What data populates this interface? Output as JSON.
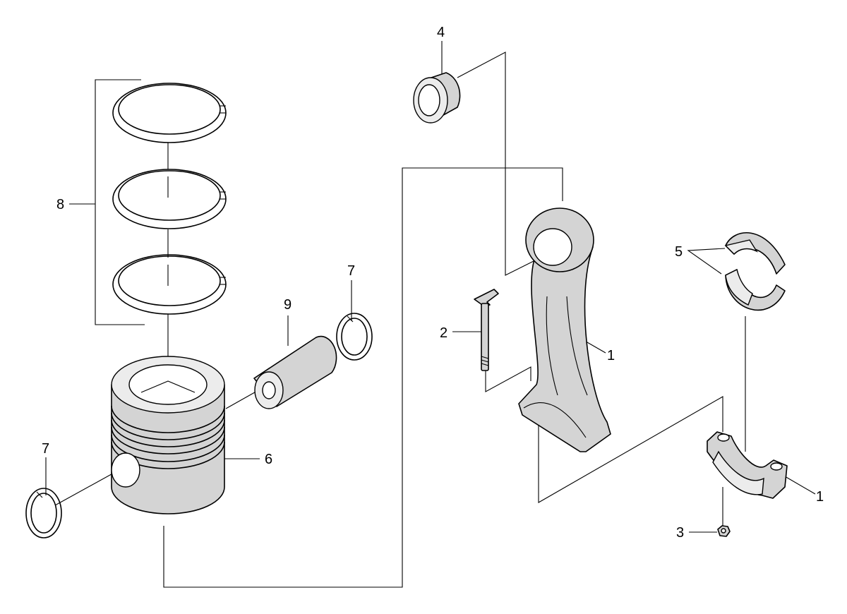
{
  "callouts": {
    "c1_rod": "1",
    "c1_cap": "1",
    "c2": "2",
    "c3": "3",
    "c4": "4",
    "c5": "5",
    "c6": "6",
    "c7_right": "7",
    "c7_left": "7",
    "c8": "8",
    "c9": "9"
  },
  "colors": {
    "part_fill": "#d4d4d4",
    "line": "#000000",
    "background": "#ffffff"
  }
}
